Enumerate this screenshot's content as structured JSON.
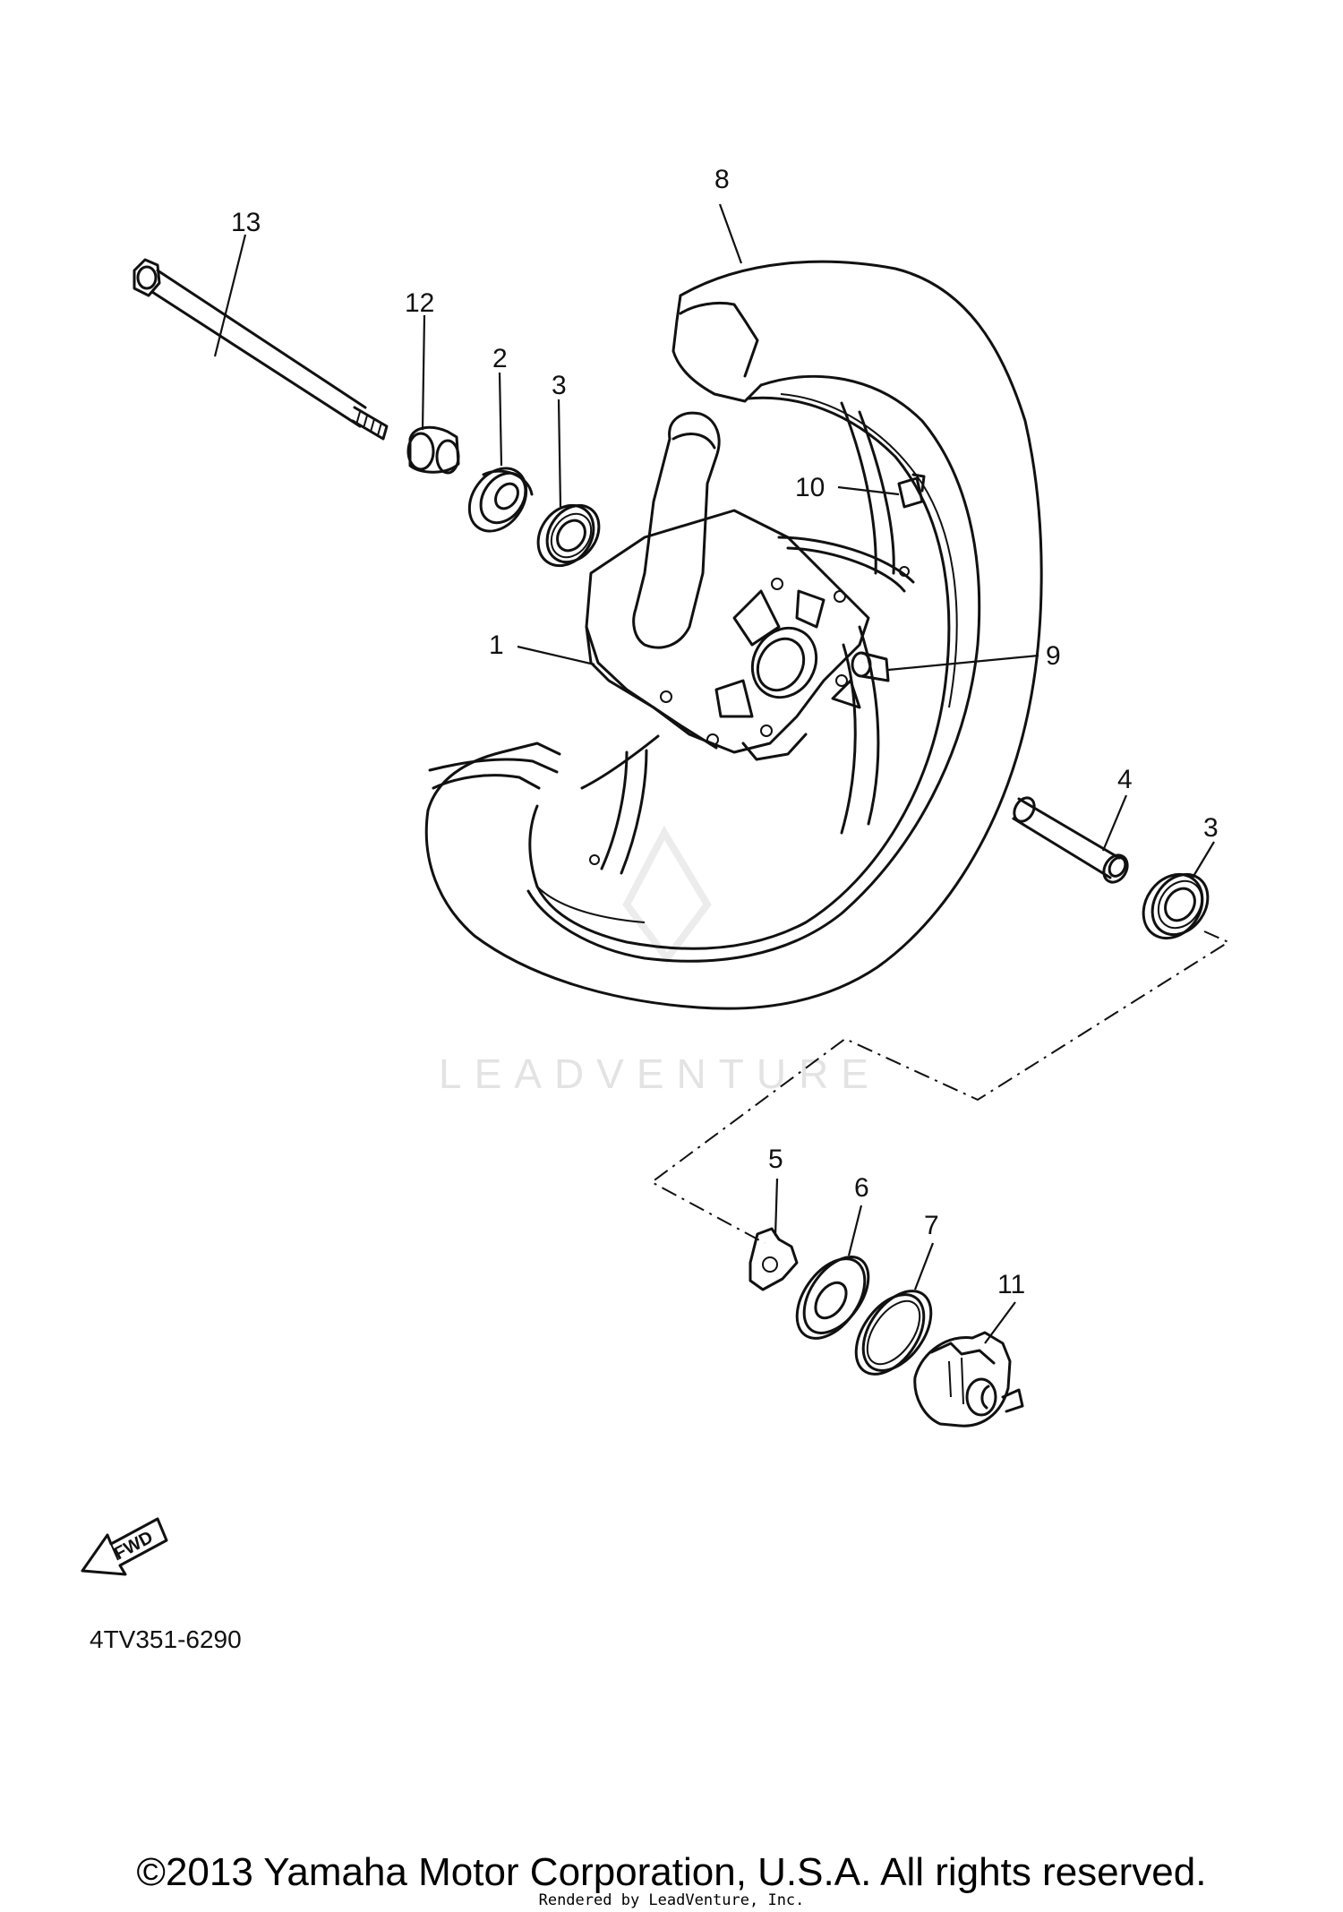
{
  "diagram": {
    "watermark": "LEADVENTURE",
    "fwd_label": "FWD",
    "part_number": "4TV351-6290",
    "callouts": {
      "c1": "1",
      "c2": "2",
      "c3a": "3",
      "c3b": "3",
      "c4": "4",
      "c5": "5",
      "c6": "6",
      "c7": "7",
      "c8": "8",
      "c9": "9",
      "c10": "10",
      "c11": "11",
      "c12": "12",
      "c13": "13"
    }
  },
  "footer": {
    "copyright": "©2013 Yamaha Motor Corporation, U.S.A. All rights reserved.",
    "rendered_by": "Rendered by LeadVenture, Inc."
  }
}
